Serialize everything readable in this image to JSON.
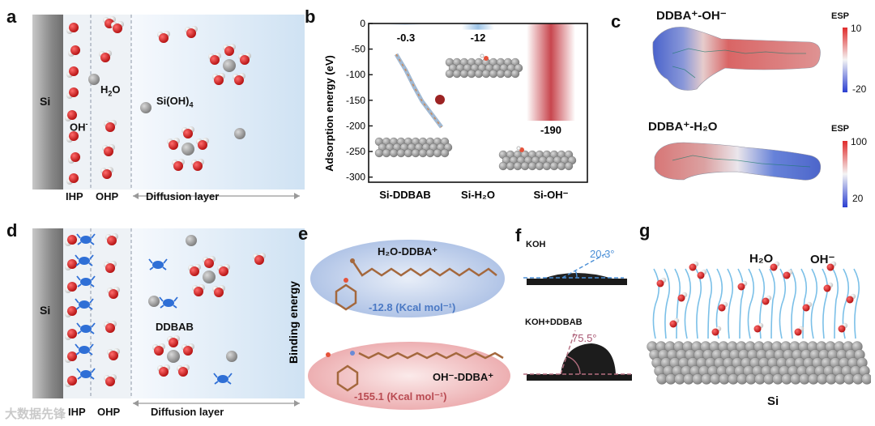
{
  "figure": {
    "a": {
      "label": "a",
      "surface": "Si",
      "ion": "OH",
      "ion_sup": "-",
      "water": "H",
      "water_sub": "2",
      "water_end": "O",
      "silicate": "Si(OH)",
      "silicate_sub": "4",
      "ihp": "IHP",
      "ohp": "OHP",
      "diffusion": "Diffusion layer"
    },
    "b": {
      "label": "b",
      "chart_data": {
        "type": "bar",
        "categories": [
          "Si-DDBAB",
          "Si-H₂O",
          "Si-OH⁻"
        ],
        "values": [
          -0.3,
          -12,
          -190
        ],
        "data_labels": [
          "-0.3",
          "-12",
          "-190"
        ],
        "ylabel": "Adsorption energy (eV)",
        "ylim": [
          -310,
          0
        ],
        "yticks": [
          0,
          -50,
          -100,
          -150,
          -200,
          -250,
          -300
        ],
        "colors": [
          "#d9e8f7",
          "#9cc3e6",
          "#c8464e"
        ]
      }
    },
    "c": {
      "label": "c",
      "title1": "DDBA⁺-OH⁻",
      "title2": "DDBA⁺-H₂O",
      "esp": "ESP",
      "esp1_max": "10",
      "esp1_min": "-20",
      "esp2_max": "100",
      "esp2_min": "20"
    },
    "d": {
      "label": "d",
      "surface": "Si",
      "additive": "DDBAB",
      "ihp": "IHP",
      "ohp": "OHP",
      "diffusion": "Diffusion layer"
    },
    "e": {
      "label": "e",
      "axis": "Binding energy",
      "top_name": "H₂O-DDBA⁺",
      "top_value": "-12.8 (Kcal mol⁻¹)",
      "bottom_name": "OH⁻-DDBA⁺",
      "bottom_value": "-155.1 (Kcal mol⁻¹)"
    },
    "f": {
      "label": "f",
      "top_solution": "KOH",
      "top_angle": "20.3°",
      "bottom_solution": "KOH+DDBAB",
      "bottom_angle": "75.5°"
    },
    "g": {
      "label": "g",
      "water": "H₂O",
      "ion": "OH⁻",
      "surface": "Si"
    },
    "watermark": "大数据先锋"
  }
}
